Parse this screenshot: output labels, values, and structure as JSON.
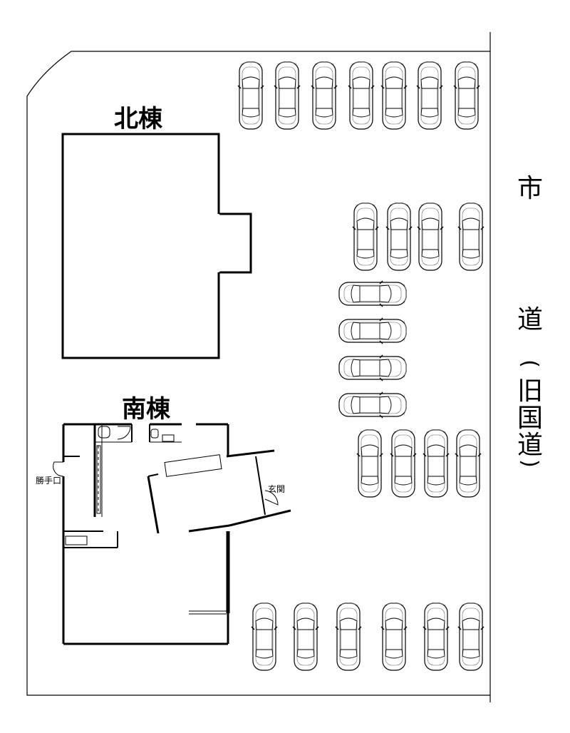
{
  "labels": {
    "north_building": "北棟",
    "south_building": "南棟",
    "back_door": "勝手口",
    "entrance": "玄関",
    "road": [
      "市",
      "道",
      "(",
      "旧",
      "国",
      "道",
      ")"
    ]
  },
  "parking": {
    "rows": [
      {
        "name": "top-row",
        "orientation": "vertical",
        "count": 7
      },
      {
        "name": "upper-middle-row",
        "orientation": "vertical",
        "count": 4
      },
      {
        "name": "horizontal-column",
        "orientation": "horizontal",
        "count": 4
      },
      {
        "name": "lower-middle-row",
        "orientation": "vertical",
        "count": 4
      },
      {
        "name": "bottom-row",
        "orientation": "vertical",
        "count": 6
      }
    ]
  }
}
